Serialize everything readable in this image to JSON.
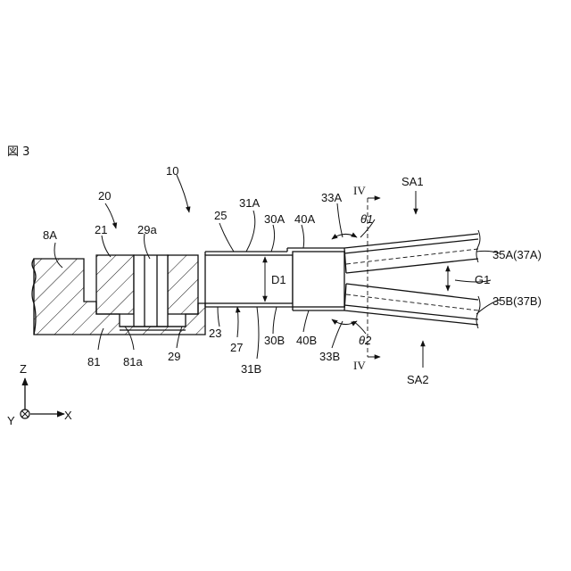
{
  "figure": {
    "title": "図 3",
    "labels": {
      "l10": "10",
      "l20": "20",
      "l8A": "8A",
      "l21": "21",
      "l29a": "29a",
      "l25": "25",
      "l31A": "31A",
      "l30A": "30A",
      "l40A": "40A",
      "l33A": "33A",
      "lIVtop": "IV",
      "lSA1": "SA1",
      "ltheta1": "θ1",
      "l35A": "35A(37A)",
      "lD1": "D1",
      "lG1": "G1",
      "l35B": "35B(37B)",
      "l81": "81",
      "l81a": "81a",
      "l29": "29",
      "l23": "23",
      "l27": "27",
      "l31B": "31B",
      "l30B": "30B",
      "l40B": "40B",
      "l33B": "33B",
      "ltheta2": "θ2",
      "lIVbot": "IV",
      "lSA2": "SA2",
      "axisZ": "Z",
      "axisY": "Y",
      "axisX": "X"
    }
  }
}
